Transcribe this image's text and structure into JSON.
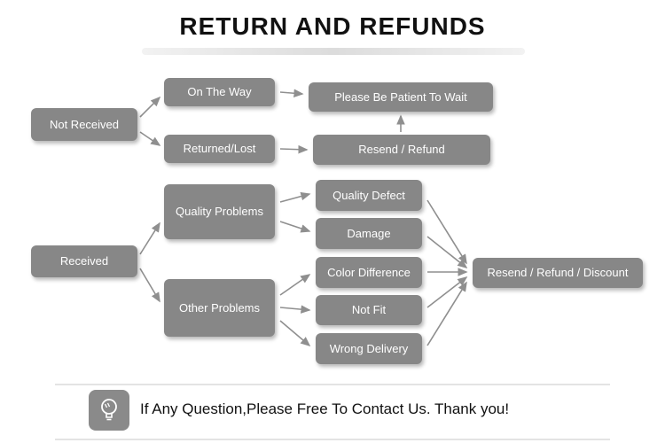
{
  "title": "RETURN AND REFUNDS",
  "flowchart": {
    "not_received": "Not Received",
    "on_the_way": "On The Way",
    "returned_lost": "Returned/Lost",
    "please_wait": "Please Be Patient To Wait",
    "resend_refund": "Resend / Refund",
    "received": "Received",
    "quality_problems": "Quality Problems",
    "other_problems": "Other Problems",
    "quality_defect": "Quality Defect",
    "damage": "Damage",
    "color_difference": "Color Difference",
    "not_fit": "Not Fit",
    "wrong_delivery": "Wrong Delivery",
    "resend_refund_discount": "Resend / Refund / Discount"
  },
  "footer": {
    "message": "If Any Question,Please Free To Contact Us. Thank you!",
    "icon": "lightbulb-icon"
  },
  "colors": {
    "box": "#878787",
    "arrow": "#8f8f8f",
    "title_text": "#111111"
  }
}
